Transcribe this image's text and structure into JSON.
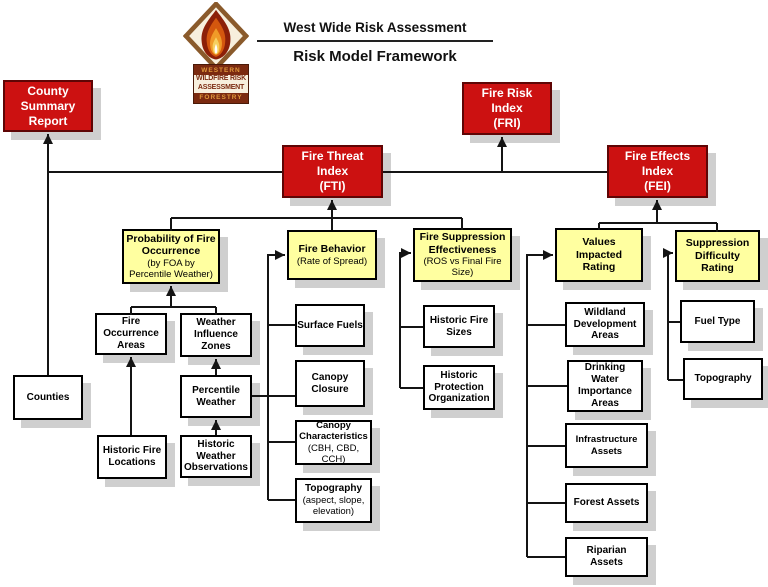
{
  "header": {
    "program_title": "West Wide Risk Assessment",
    "framework_title": "Risk Model Framework",
    "logo": {
      "line1": "WESTERN",
      "line2": "WILDFIRE RISK",
      "line3": "ASSESSMENT",
      "line4": "FORESTRY"
    }
  },
  "colors": {
    "index": "#cc1111",
    "rating": "#ffffa0",
    "input": "#ffffff",
    "shadow": "#cfcfcf",
    "logo_brown": "#7b2a10",
    "logo_orange": "#e0973a",
    "logo_cream": "#f7efdd"
  },
  "nodes": {
    "county_summary_report": {
      "title": "County\nSummary\nReport"
    },
    "fire_risk_index": {
      "title": "Fire Risk\nIndex\n(FRI)"
    },
    "fire_threat_index": {
      "title": "Fire Threat\nIndex\n(FTI)"
    },
    "fire_effects_index": {
      "title": "Fire Effects\nIndex\n(FEI)"
    },
    "probability_of_fire_occurrence": {
      "title": "Probability of Fire\nOccurrence",
      "subtitle": "(by FOA by\nPercentile Weather)"
    },
    "fire_behavior": {
      "title": "Fire Behavior",
      "subtitle": "(Rate of Spread)"
    },
    "fire_suppression_effectiveness": {
      "title": "Fire Suppression\nEffectiveness",
      "subtitle": "(ROS vs Final Fire\nSize)"
    },
    "values_impacted_rating": {
      "title": "Values\nImpacted\nRating"
    },
    "suppression_difficulty_rating": {
      "title": "Suppression\nDifficulty\nRating"
    },
    "fire_occurrence_areas": {
      "title": "Fire\nOccurrence\nAreas"
    },
    "weather_influence_zones": {
      "title": "Weather\nInfluence\nZones"
    },
    "percentile_weather": {
      "title": "Percentile\nWeather"
    },
    "historic_weather_observations": {
      "title": "Historic\nWeather\nObservations"
    },
    "historic_fire_locations": {
      "title": "Historic Fire\nLocations"
    },
    "counties": {
      "title": "Counties"
    },
    "surface_fuels": {
      "title": "Surface Fuels"
    },
    "canopy_closure": {
      "title": "Canopy\nClosure"
    },
    "canopy_characteristics": {
      "title": "Canopy\nCharacteristics",
      "subtitle": "(CBH, CBD,\nCCH)"
    },
    "topography_fire_behavior": {
      "title": "Topography",
      "subtitle": "(aspect, slope,\nelevation)"
    },
    "historic_fire_sizes": {
      "title": "Historic Fire\nSizes"
    },
    "historic_protection_organization": {
      "title": "Historic\nProtection\nOrganization"
    },
    "wildland_development_areas": {
      "title": "Wildland\nDevelopment\nAreas"
    },
    "drinking_water_importance_areas": {
      "title": "Drinking\nWater\nImportance\nAreas"
    },
    "infrastructure_assets": {
      "title": "Infrastructure\nAssets"
    },
    "forest_assets": {
      "title": "Forest Assets"
    },
    "riparian_assets": {
      "title": "Riparian\nAssets"
    },
    "fuel_type": {
      "title": "Fuel Type"
    },
    "topography_suppression": {
      "title": "Topography"
    }
  }
}
